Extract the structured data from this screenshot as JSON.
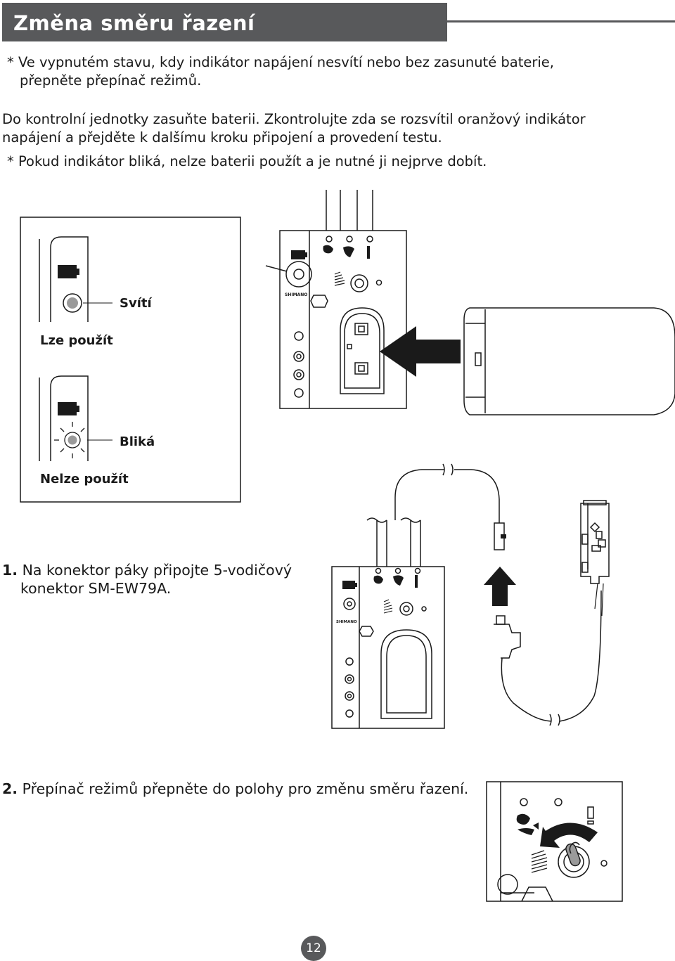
{
  "header": {
    "title": "Změna směru řazení"
  },
  "intro": {
    "note1_line1": "*  Ve vypnutém stavu, kdy indikátor napájení nesvítí nebo bez zasunuté baterie,",
    "note1_line2": "přepněte přepínač režimů.",
    "para_line1": "Do kontrolní jednotky zasuňte baterii. Zkontrolujte zda se rozsvítil oranžový indikátor",
    "para_line2": "napájení a přejděte k dalšímu kroku připojení a provedení testu.",
    "note2": "*  Pokud indikátor bliká, nelze baterii použít a je nutné ji nejprve dobít."
  },
  "indicator_panel": {
    "lit_label": "Svítí",
    "usable_label": "Lze použít",
    "blink_label": "Bliká",
    "unusable_label": "Nelze použít"
  },
  "device": {
    "brand": "SHIMANO"
  },
  "steps": [
    {
      "number": "1.",
      "line1": "Na konektor páky připojte 5-vodičový",
      "line2": "konektor SM-EW79A."
    },
    {
      "number": "2.",
      "line1": "Přepínač režimů přepněte do polohy pro změnu směru řazení."
    }
  ],
  "footer": {
    "page_number": "12"
  }
}
